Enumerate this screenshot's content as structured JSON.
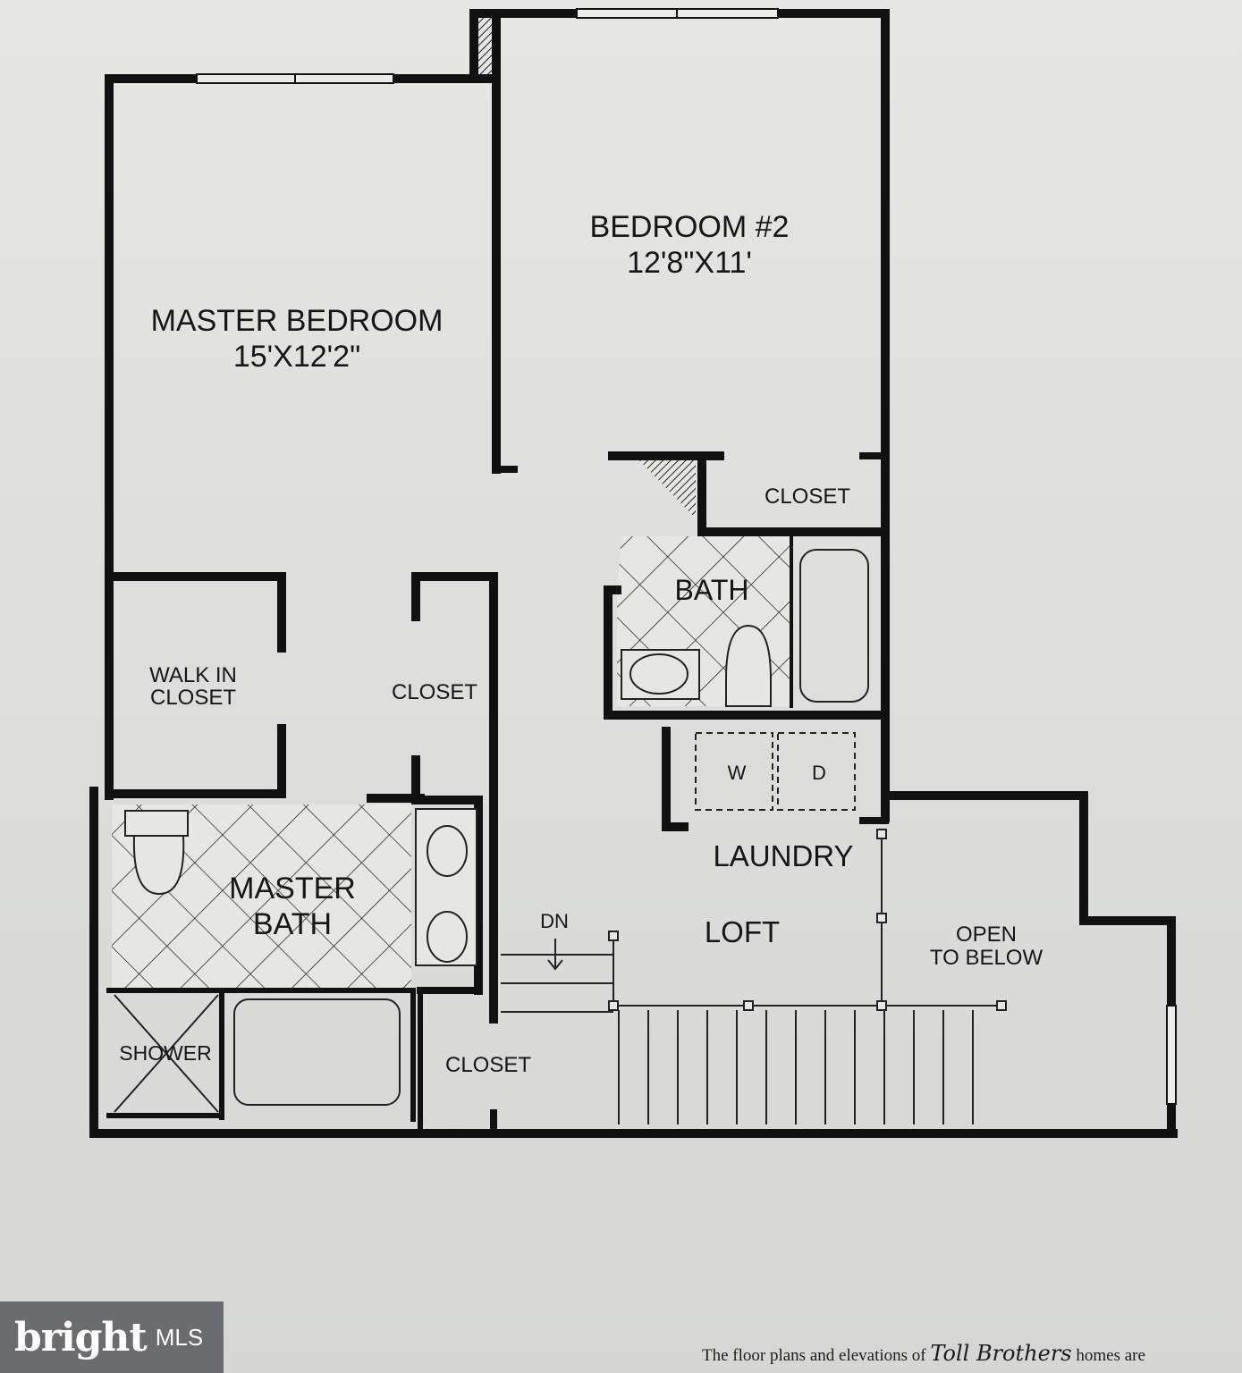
{
  "rooms": {
    "master_bedroom": {
      "name": "MASTER BEDROOM",
      "size": "15'X12'2\""
    },
    "bedroom_2": {
      "name": "BEDROOM #2",
      "size": "12'8\"X11'"
    },
    "closet_bedroom_2": "CLOSET",
    "bath": "BATH",
    "walk_in_closet": {
      "line1": "WALK IN",
      "line2": "CLOSET"
    },
    "closet_master": "CLOSET",
    "washer": "W",
    "dryer": "D",
    "laundry": "LAUNDRY",
    "master_bath": {
      "line1": "MASTER",
      "line2": "BATH"
    },
    "stairs_down": "DN",
    "loft": "LOFT",
    "open_to_below": {
      "line1": "OPEN",
      "line2": "TO BELOW"
    },
    "shower": "SHOWER",
    "closet_hall": "CLOSET"
  },
  "watermark": {
    "brand": "bright",
    "suffix": "MLS"
  },
  "disclaimer": {
    "prefix": "The floor plans and elevations of",
    "brand": "Toll Brothers",
    "suffix": "homes are"
  },
  "colors": {
    "wall": "#111111",
    "paper": "#e2e2df",
    "watermark_bg": "#6a6c70"
  }
}
